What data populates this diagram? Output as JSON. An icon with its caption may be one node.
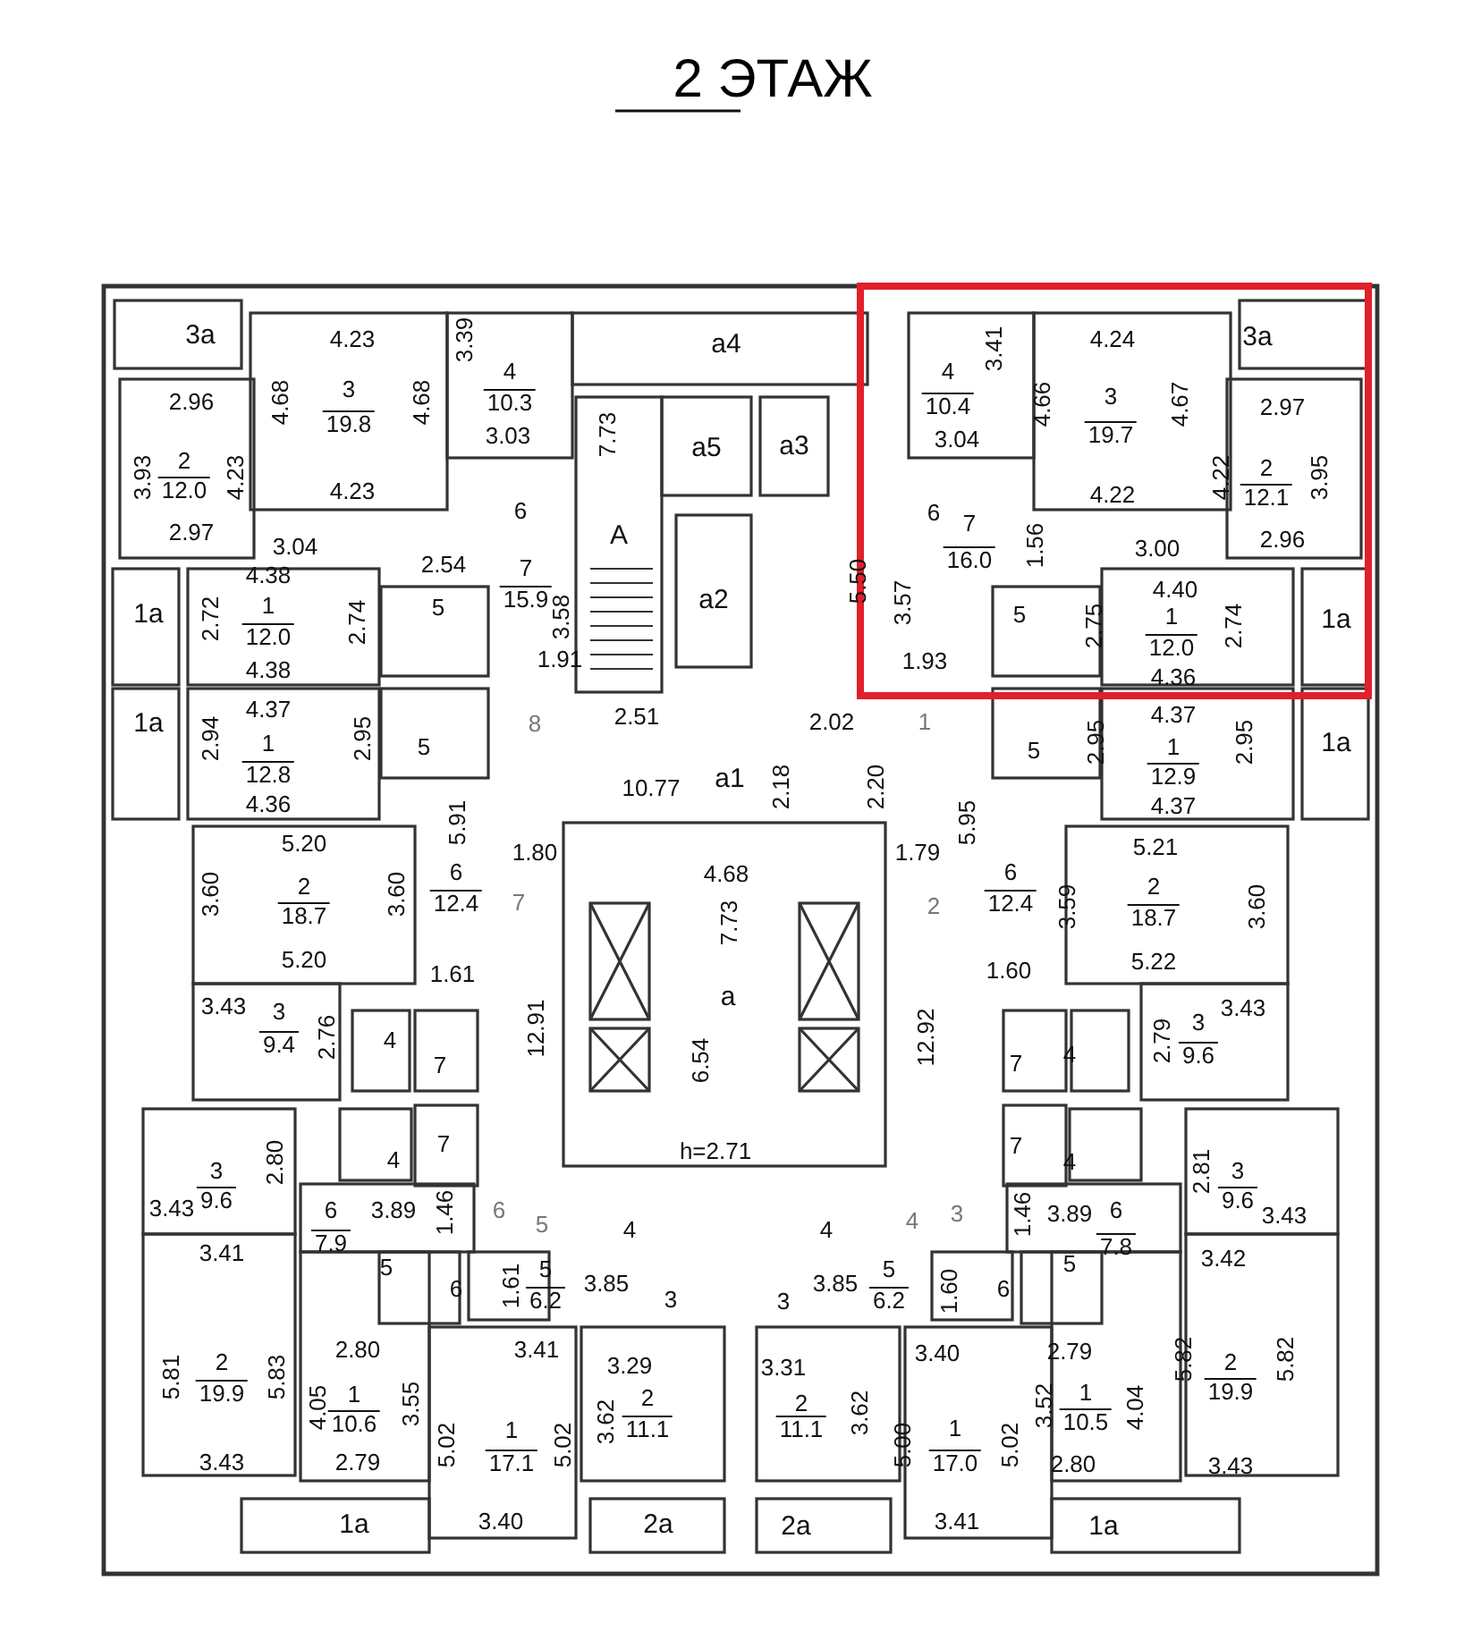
{
  "diagram": {
    "title": "2 ЭТАЖ",
    "labels": [
      "3а",
      "4.23",
      "4.68",
      "3",
      "19.8",
      "4.68",
      "3.39",
      "4",
      "10.3",
      "3.03",
      "2.96",
      "3.93",
      "2",
      "12.0",
      "4.23",
      "4.23",
      "6",
      "2.97",
      "3.04",
      "2.54",
      "7",
      "15.9",
      "3.58",
      "4.38",
      "1а",
      "2.72",
      "1",
      "12.0",
      "2.74",
      "5",
      "4.38",
      "1.91",
      "8",
      "4.37",
      "1а",
      "2.94",
      "1",
      "12.8",
      "2.95",
      "5",
      "4.36",
      "5.91",
      "а4",
      "7.73",
      "а5",
      "а3",
      "А",
      "а2",
      "5.50",
      "2.51",
      "2.02",
      "10.77",
      "а1",
      "2.18",
      "2.20",
      "1",
      "4.24",
      "3а",
      "3.41",
      "4",
      "10.4",
      "4.66",
      "3",
      "19.7",
      "4.67",
      "2.97",
      "3.04",
      "4.22",
      "2",
      "12.1",
      "3.95",
      "4.22",
      "6",
      "7",
      "16.0",
      "1.56",
      "3.00",
      "2.96",
      "4.40",
      "3.57",
      "5",
      "2.75",
      "1",
      "12.0",
      "2.74",
      "1а",
      "1.93",
      "4.36",
      "4.37",
      "5",
      "2.95",
      "1",
      "12.9",
      "2.95",
      "1а",
      "4.37",
      "5.95",
      "5.20",
      "1.80",
      "4.68",
      "1.79",
      "5.21",
      "3.60",
      "2",
      "18.7",
      "3.60",
      "6",
      "12.4",
      "7",
      "7.73",
      "2",
      "6",
      "12.4",
      "3.59",
      "2",
      "18.7",
      "3.60",
      "5.20",
      "5.22",
      "1.61",
      "1.60",
      "а",
      "3.43",
      "3",
      "9.4",
      "2.76",
      "12.91",
      "4",
      "7",
      "6.54",
      "12.92",
      "7",
      "4",
      "2.79",
      "3",
      "9.6",
      "3.43",
      "7",
      "4",
      "h=2.71",
      "7",
      "4",
      "3",
      "2.80",
      "9.6",
      "3.43",
      "2.81",
      "3",
      "9.6",
      "6",
      "3.89",
      "1.46",
      "6",
      "5",
      "4",
      "4",
      "4",
      "3",
      "1.46",
      "3.89",
      "6",
      "3.43",
      "3.41",
      "7.9",
      "5",
      "5",
      "7.8",
      "3.42",
      "6",
      "1.61",
      "5",
      "6.2",
      "3.85",
      "3",
      "3",
      "3.85",
      "5",
      "6.2",
      "1.60",
      "6",
      "2.80",
      "3.41",
      "3.29",
      "3.31",
      "3.40",
      "2.79",
      "5.81",
      "2",
      "19.9",
      "5.83",
      "4.05",
      "1",
      "10.6",
      "3.55",
      "3.62",
      "2",
      "11.1",
      "2",
      "11.1",
      "3.62",
      "3.52",
      "1",
      "10.5",
      "4.04",
      "5.82",
      "2",
      "19.9",
      "5.82",
      "5.02",
      "1",
      "17.1",
      "5.02",
      "5.00",
      "1",
      "17.0",
      "5.02",
      "3.43",
      "2.79",
      "2.80",
      "3.43",
      "1а",
      "3.40",
      "2а",
      "2а",
      "3.41",
      "1а"
    ]
  }
}
